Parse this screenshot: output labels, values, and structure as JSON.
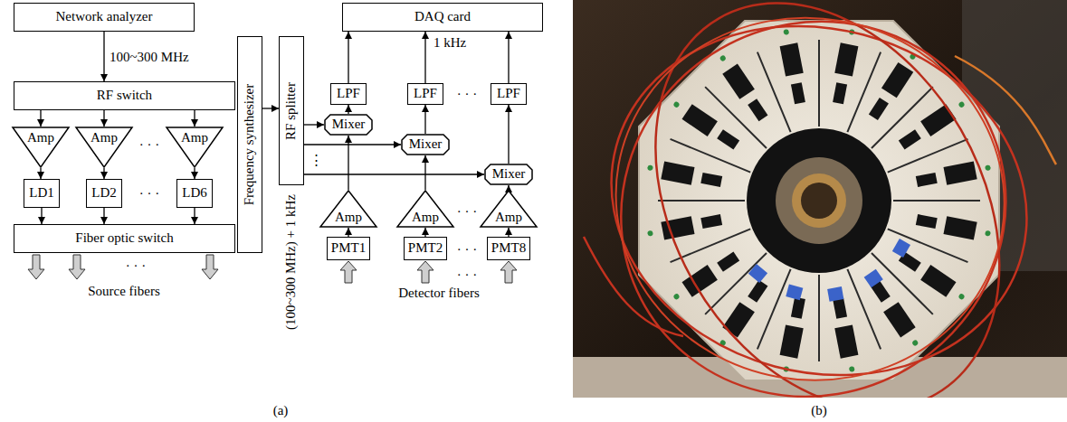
{
  "diagram": {
    "nodes": [
      {
        "text": [
          "Network analyzer"
        ]
      },
      {
        "text": [
          "RF switch"
        ]
      },
      {
        "text": [
          "Amp"
        ]
      },
      {
        "text": [
          "Amp"
        ]
      },
      {
        "text": [
          "Amp"
        ]
      },
      {
        "text": [
          "LD1"
        ]
      },
      {
        "text": [
          "LD2"
        ]
      },
      {
        "text": [
          "LD6"
        ]
      },
      {
        "text": [
          "Fiber optic switch"
        ]
      },
      {
        "text": [
          "Frequency synthesizer"
        ]
      },
      {
        "text": [
          "RF splitter"
        ]
      },
      {
        "text": [
          "DAQ card"
        ]
      },
      {
        "text": [
          "LPF"
        ]
      },
      {
        "text": [
          "LPF"
        ]
      },
      {
        "text": [
          "LPF"
        ]
      },
      {
        "text": [
          "Mixer"
        ]
      },
      {
        "text": [
          "Mixer"
        ]
      },
      {
        "text": [
          "Mixer"
        ]
      },
      {
        "text": [
          "Amp"
        ]
      },
      {
        "text": [
          "Amp"
        ]
      },
      {
        "text": [
          "Amp"
        ]
      },
      {
        "text": [
          "PMT1"
        ]
      },
      {
        "text": [
          "PMT2"
        ]
      },
      {
        "text": [
          "PMT8"
        ]
      }
    ],
    "edges": [
      {
        "from": 0,
        "to": 1,
        "arrow": "to",
        "label": "100~300 MHz"
      },
      {
        "from": 1,
        "to": 2,
        "arrow": "to"
      },
      {
        "from": 1,
        "to": 3,
        "arrow": "to"
      },
      {
        "from": 1,
        "to": 4,
        "arrow": "to"
      },
      {
        "from": 2,
        "to": 5,
        "arrow": "to"
      },
      {
        "from": 3,
        "to": 6,
        "arrow": "to"
      },
      {
        "from": 4,
        "to": 7,
        "arrow": "to"
      },
      {
        "from": 5,
        "to": 8,
        "arrow": "to"
      },
      {
        "from": 6,
        "to": 8,
        "arrow": "to"
      },
      {
        "from": 7,
        "to": 8,
        "arrow": "to"
      },
      {
        "from": 9,
        "to": 10,
        "arrow": "to"
      },
      {
        "from": 10,
        "to": 15,
        "arrow": "to"
      },
      {
        "from": 10,
        "to": 16,
        "arrow": "to"
      },
      {
        "from": 10,
        "to": 17,
        "arrow": "to"
      },
      {
        "from": 18,
        "to": 15,
        "arrow": "to"
      },
      {
        "from": 19,
        "to": 16,
        "arrow": "to"
      },
      {
        "from": 20,
        "to": 17,
        "arrow": "to"
      },
      {
        "from": 15,
        "to": 12,
        "arrow": "to"
      },
      {
        "from": 16,
        "to": 13,
        "arrow": "to"
      },
      {
        "from": 17,
        "to": 14,
        "arrow": "to"
      },
      {
        "from": 12,
        "to": 11,
        "arrow": "to"
      },
      {
        "from": 13,
        "to": 11,
        "arrow": "to"
      },
      {
        "from": 14,
        "to": 11,
        "arrow": "to"
      },
      {
        "from": 21,
        "to": 18,
        "arrow": "to"
      },
      {
        "from": 22,
        "to": 19,
        "arrow": "to"
      },
      {
        "from": 23,
        "to": 20,
        "arrow": "to"
      }
    ],
    "labels": [
      "1 kHz",
      "(100~300 MHz) + 1 kHz",
      "· · ·",
      "· · ·",
      "· · ·",
      "Source fibers",
      "⋮",
      "· · ·",
      "· · ·",
      "· · ·",
      "· · ·",
      "Detector fibers",
      "(a)",
      "(b)"
    ]
  }
}
